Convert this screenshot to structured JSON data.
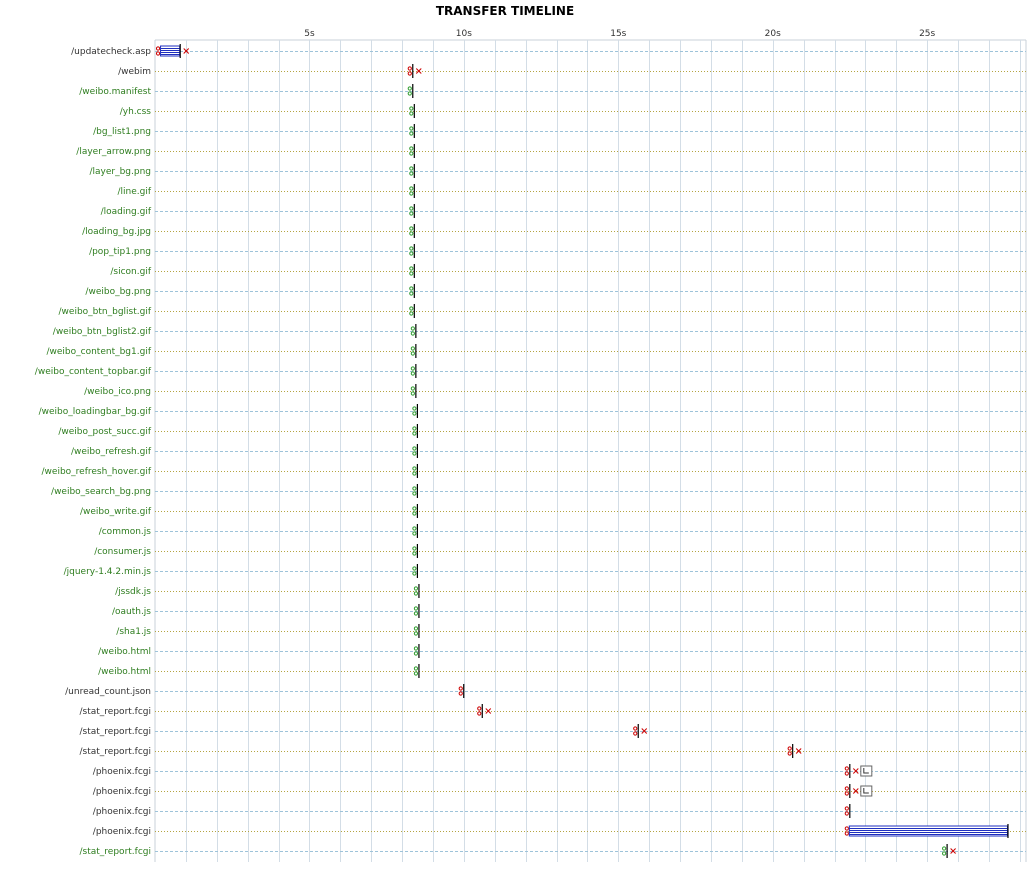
{
  "chart_data": {
    "type": "timeline",
    "title": "TRANSFER TIMELINE",
    "x_unit": "s",
    "xlim": [
      0,
      28.2
    ],
    "x_ticks": [
      {
        "value": 5,
        "label": "5s"
      },
      {
        "value": 10,
        "label": "10s"
      },
      {
        "value": 15,
        "label": "15s"
      },
      {
        "value": 20,
        "label": "20s"
      },
      {
        "value": 25,
        "label": "25s"
      }
    ],
    "grid": true,
    "colors": {
      "success_label": "#2e7d1f",
      "other_label": "#333333",
      "marker_red": "#cc0000",
      "marker_green": "#2e9b2e",
      "bar_blue": "#1f2fbf",
      "tick_line": "#000000",
      "grid_line": "#d3dde6",
      "row_line_dashed": "#9ec3d9",
      "row_line_dotted": "#b5a440"
    },
    "rows": [
      {
        "label": "/updatecheck.asp",
        "status": "other",
        "start": 0.05,
        "end": 0.8,
        "bar": true,
        "x_mark": true,
        "note_icon": false
      },
      {
        "label": "/webim",
        "status": "other",
        "start": 8.2,
        "end": 8.3,
        "bar": false,
        "x_mark": true,
        "note_icon": false
      },
      {
        "label": "/weibo.manifest",
        "status": "ok",
        "start": 8.2,
        "end": 8.25,
        "bar": false,
        "x_mark": false,
        "note_icon": false
      },
      {
        "label": "/yh.css",
        "status": "ok",
        "start": 8.25,
        "end": 8.35,
        "bar": false,
        "x_mark": false,
        "note_icon": false
      },
      {
        "label": "/bg_list1.png",
        "status": "ok",
        "start": 8.25,
        "end": 8.35,
        "bar": false,
        "x_mark": false,
        "note_icon": false
      },
      {
        "label": "/layer_arrow.png",
        "status": "ok",
        "start": 8.25,
        "end": 8.35,
        "bar": false,
        "x_mark": false,
        "note_icon": false
      },
      {
        "label": "/layer_bg.png",
        "status": "ok",
        "start": 8.25,
        "end": 8.35,
        "bar": false,
        "x_mark": false,
        "note_icon": false
      },
      {
        "label": "/line.gif",
        "status": "ok",
        "start": 8.25,
        "end": 8.35,
        "bar": false,
        "x_mark": false,
        "note_icon": false
      },
      {
        "label": "/loading.gif",
        "status": "ok",
        "start": 8.25,
        "end": 8.35,
        "bar": false,
        "x_mark": false,
        "note_icon": false
      },
      {
        "label": "/loading_bg.jpg",
        "status": "ok",
        "start": 8.25,
        "end": 8.35,
        "bar": false,
        "x_mark": false,
        "note_icon": false
      },
      {
        "label": "/pop_tip1.png",
        "status": "ok",
        "start": 8.25,
        "end": 8.35,
        "bar": false,
        "x_mark": false,
        "note_icon": false
      },
      {
        "label": "/sicon.gif",
        "status": "ok",
        "start": 8.25,
        "end": 8.35,
        "bar": false,
        "x_mark": false,
        "note_icon": false
      },
      {
        "label": "/weibo_bg.png",
        "status": "ok",
        "start": 8.25,
        "end": 8.35,
        "bar": false,
        "x_mark": false,
        "note_icon": false
      },
      {
        "label": "/weibo_btn_bglist.gif",
        "status": "ok",
        "start": 8.25,
        "end": 8.35,
        "bar": false,
        "x_mark": false,
        "note_icon": false
      },
      {
        "label": "/weibo_btn_bglist2.gif",
        "status": "ok",
        "start": 8.3,
        "end": 8.4,
        "bar": false,
        "x_mark": false,
        "note_icon": false
      },
      {
        "label": "/weibo_content_bg1.gif",
        "status": "ok",
        "start": 8.3,
        "end": 8.4,
        "bar": false,
        "x_mark": false,
        "note_icon": false
      },
      {
        "label": "/weibo_content_topbar.gif",
        "status": "ok",
        "start": 8.3,
        "end": 8.4,
        "bar": false,
        "x_mark": false,
        "note_icon": false
      },
      {
        "label": "/weibo_ico.png",
        "status": "ok",
        "start": 8.3,
        "end": 8.4,
        "bar": false,
        "x_mark": false,
        "note_icon": false
      },
      {
        "label": "/weibo_loadingbar_bg.gif",
        "status": "ok",
        "start": 8.35,
        "end": 8.45,
        "bar": false,
        "x_mark": false,
        "note_icon": false
      },
      {
        "label": "/weibo_post_succ.gif",
        "status": "ok",
        "start": 8.35,
        "end": 8.45,
        "bar": false,
        "x_mark": false,
        "note_icon": false
      },
      {
        "label": "/weibo_refresh.gif",
        "status": "ok",
        "start": 8.35,
        "end": 8.45,
        "bar": false,
        "x_mark": false,
        "note_icon": false
      },
      {
        "label": "/weibo_refresh_hover.gif",
        "status": "ok",
        "start": 8.35,
        "end": 8.45,
        "bar": false,
        "x_mark": false,
        "note_icon": false
      },
      {
        "label": "/weibo_search_bg.png",
        "status": "ok",
        "start": 8.35,
        "end": 8.45,
        "bar": false,
        "x_mark": false,
        "note_icon": false
      },
      {
        "label": "/weibo_write.gif",
        "status": "ok",
        "start": 8.35,
        "end": 8.45,
        "bar": false,
        "x_mark": false,
        "note_icon": false
      },
      {
        "label": "/common.js",
        "status": "ok",
        "start": 8.35,
        "end": 8.45,
        "bar": false,
        "x_mark": false,
        "note_icon": false
      },
      {
        "label": "/consumer.js",
        "status": "ok",
        "start": 8.35,
        "end": 8.45,
        "bar": false,
        "x_mark": false,
        "note_icon": false
      },
      {
        "label": "/jquery-1.4.2.min.js",
        "status": "ok",
        "start": 8.35,
        "end": 8.45,
        "bar": false,
        "x_mark": false,
        "note_icon": false
      },
      {
        "label": "/jssdk.js",
        "status": "ok",
        "start": 8.4,
        "end": 8.5,
        "bar": false,
        "x_mark": false,
        "note_icon": false
      },
      {
        "label": "/oauth.js",
        "status": "ok",
        "start": 8.4,
        "end": 8.5,
        "bar": false,
        "x_mark": false,
        "note_icon": false
      },
      {
        "label": "/sha1.js",
        "status": "ok",
        "start": 8.4,
        "end": 8.5,
        "bar": false,
        "x_mark": false,
        "note_icon": false
      },
      {
        "label": "/weibo.html",
        "status": "ok",
        "start": 8.4,
        "end": 8.5,
        "bar": false,
        "x_mark": false,
        "note_icon": false
      },
      {
        "label": "/weibo.html",
        "status": "ok",
        "start": 8.4,
        "end": 8.5,
        "bar": false,
        "x_mark": false,
        "note_icon": false
      },
      {
        "label": "/unread_count.json",
        "status": "other",
        "start": 9.85,
        "end": 9.95,
        "bar": false,
        "x_mark": false,
        "note_icon": false
      },
      {
        "label": "/stat_report.fcgi",
        "status": "other",
        "start": 10.45,
        "end": 10.55,
        "bar": false,
        "x_mark": true,
        "note_icon": false
      },
      {
        "label": "/stat_report.fcgi",
        "status": "other",
        "start": 15.5,
        "end": 15.6,
        "bar": false,
        "x_mark": true,
        "note_icon": false
      },
      {
        "label": "/stat_report.fcgi",
        "status": "other",
        "start": 20.5,
        "end": 20.6,
        "bar": false,
        "x_mark": true,
        "note_icon": false
      },
      {
        "label": "/phoenix.fcgi",
        "status": "other",
        "start": 22.35,
        "end": 22.45,
        "bar": false,
        "x_mark": true,
        "note_icon": true
      },
      {
        "label": "/phoenix.fcgi",
        "status": "other",
        "start": 22.35,
        "end": 22.45,
        "bar": false,
        "x_mark": true,
        "note_icon": true
      },
      {
        "label": "/phoenix.fcgi",
        "status": "other",
        "start": 22.35,
        "end": 22.45,
        "bar": false,
        "x_mark": false,
        "note_icon": false
      },
      {
        "label": "/phoenix.fcgi",
        "status": "other",
        "start": 22.35,
        "end": 27.6,
        "bar": true,
        "x_mark": false,
        "note_icon": false
      },
      {
        "label": "/stat_report.fcgi",
        "status": "ok",
        "start": 25.5,
        "end": 25.6,
        "bar": false,
        "x_mark": true,
        "note_icon": false
      }
    ]
  }
}
